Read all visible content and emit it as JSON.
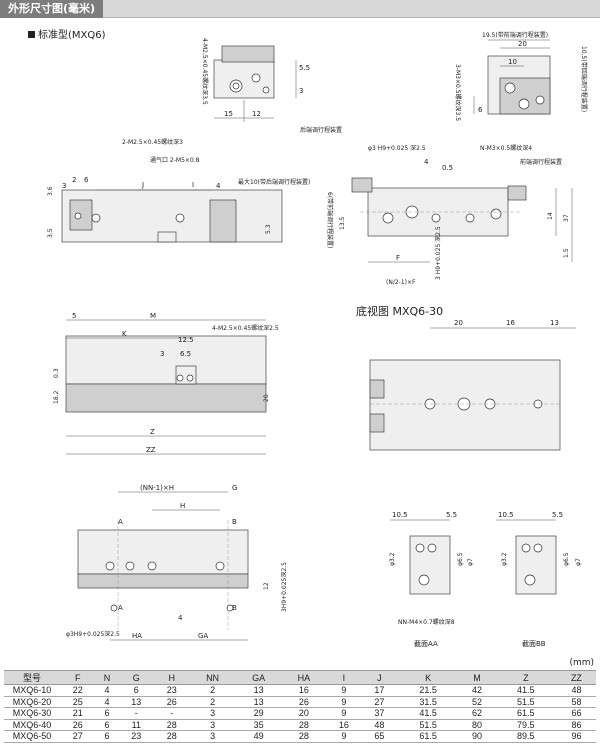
{
  "header": {
    "title": "外形尺寸图(毫米)"
  },
  "subtitle": "标准型(MXQ6)",
  "bottom_view_title": "底视图 MXQ6-30",
  "labels": {
    "tap_m25_top": "4-M2.5×0.45螺纹深3.5",
    "tap_m3_right": "3-M3×0.5螺纹深3.5",
    "adj_dual": "19.5(带前端调行程装置)",
    "adj_10_5": "10.5(带回端调行程装置)",
    "tap_m25_depth3": "2-M2.5×0.45螺纹深3",
    "port": "通气口 2-M5×0.8",
    "max10": "最大10(带后端调行程装置)",
    "rear_adj": "后端调行程装置",
    "front_adj": "前端调行程装置",
    "phi3_h9": "φ3 H9+0.025 深2.5",
    "nm3": "N-M3×0.5螺纹深4",
    "front_adj_side": "6(带前端调行程装置)",
    "formula_f": "(N/2-1)×F",
    "phi3h9b": "3 H9+0.025 深2.5",
    "m25_depth25": "4-M2.5×0.45螺纹深2.5",
    "nn_h": "(NN-1)×H",
    "nm4": "NN-M4×0.7螺纹深8",
    "hole_b": "3H9+0.025深2.5",
    "phi_bottom": "φ3H9+0.025深2.5",
    "section_aa": "截面AA",
    "section_bb": "截面BB"
  },
  "dims": {
    "d5_5": "5.5",
    "d3": "3",
    "d15": "15",
    "d12": "12",
    "d20": "20",
    "d10": "10",
    "d6": "6",
    "d4": "4",
    "d2": "2",
    "d6b": "6",
    "dJ": "J",
    "dI": "I",
    "d3_6": "3.6",
    "d3_5": "3.5",
    "d5_3": "5.3",
    "d0_5": "0.5",
    "d13_5": "13.5",
    "d14": "14",
    "d37": "37",
    "d1_5": "1.5",
    "dF": "F",
    "d5": "5",
    "dM": "M",
    "dK": "K",
    "d12_5": "12.5",
    "d6_5": "6.5",
    "d0_3": "0.3",
    "d18_2": "18.2",
    "dZ": "Z",
    "dZZ": "ZZ",
    "d16": "16",
    "d13": "13",
    "dG": "G",
    "dA": "A",
    "dB": "B",
    "dH": "H",
    "dHA": "HA",
    "dGA": "GA",
    "d12b": "12",
    "d10_5": "10.5",
    "d3_2": "φ3.2",
    "d6_5b": "φ6.5",
    "d7": "φ7",
    "d5_5b": "5.5",
    "d4b": "4"
  },
  "unit": "(mm)",
  "table": {
    "headers": [
      "型号",
      "F",
      "N",
      "G",
      "H",
      "NN",
      "GA",
      "HA",
      "I",
      "J",
      "K",
      "M",
      "Z",
      "ZZ"
    ],
    "rows": [
      [
        "MXQ6-10",
        "22",
        "4",
        "6",
        "23",
        "2",
        "13",
        "16",
        "9",
        "17",
        "21.5",
        "42",
        "41.5",
        "48"
      ],
      [
        "MXQ6-20",
        "25",
        "4",
        "13",
        "26",
        "2",
        "13",
        "26",
        "9",
        "27",
        "31.5",
        "52",
        "51.5",
        "58"
      ],
      [
        "MXQ6-30",
        "21",
        "6",
        "-",
        "-",
        "3",
        "29",
        "20",
        "9",
        "37",
        "41.5",
        "62",
        "61.5",
        "66"
      ],
      [
        "MXQ6-40",
        "26",
        "6",
        "11",
        "28",
        "3",
        "35",
        "28",
        "16",
        "48",
        "51.5",
        "80",
        "79.5",
        "86"
      ],
      [
        "MXQ6-50",
        "27",
        "6",
        "23",
        "28",
        "3",
        "49",
        "28",
        "9",
        "65",
        "61.5",
        "90",
        "89.5",
        "96"
      ]
    ]
  }
}
